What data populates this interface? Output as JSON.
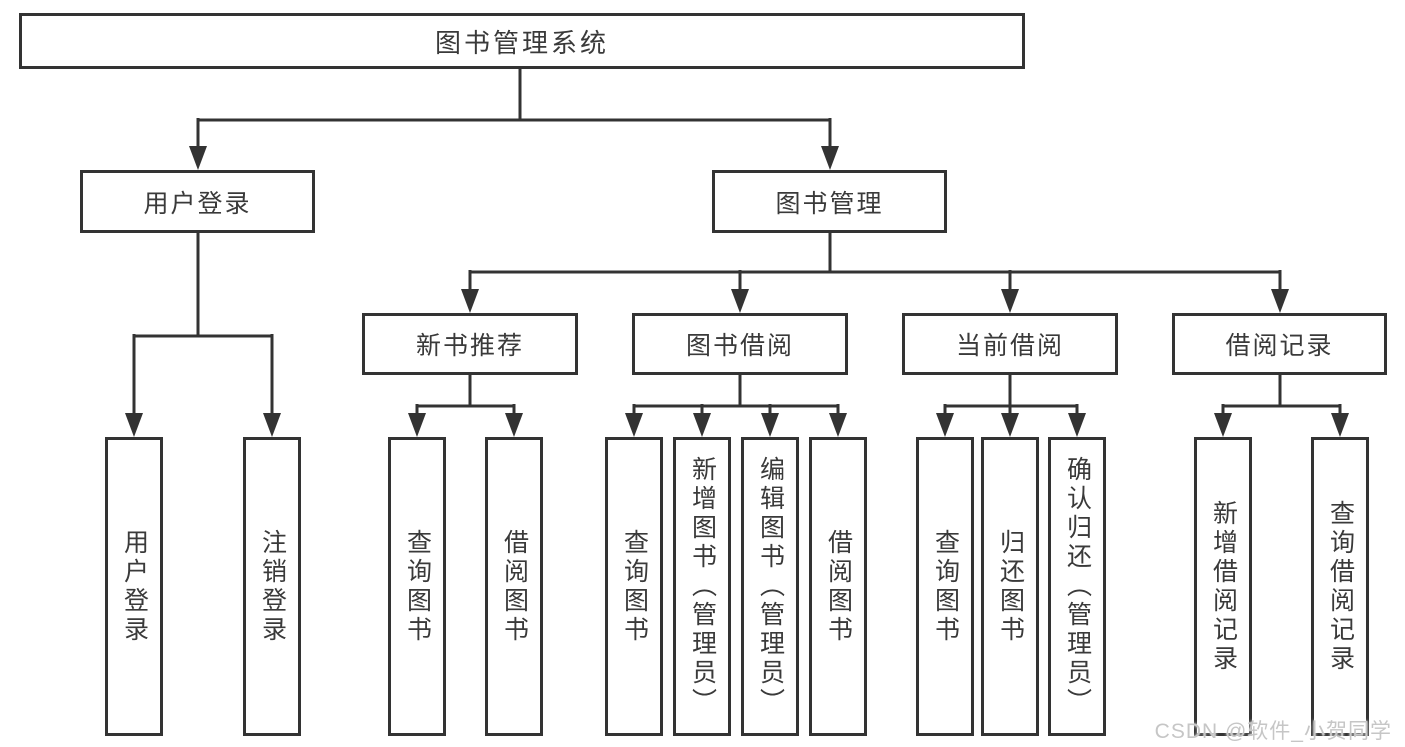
{
  "palette": {
    "background": "#ffffff",
    "line": "#333333",
    "box_border": "#333333",
    "box_fill": "#ffffff",
    "label_text": "#3a3a3a",
    "watermark_text": "#c6c6c6"
  },
  "diagram": {
    "root": {
      "label": "图书管理系统"
    },
    "user_login": {
      "label": "用户登录",
      "children": {
        "login": {
          "label": "用户登录"
        },
        "logout": {
          "label": "注销登录"
        }
      }
    },
    "book_mgmt": {
      "label": "图书管理",
      "children": {
        "new_book_rec": {
          "label": "新书推荐",
          "children": {
            "query_books": {
              "label": "查询图书"
            },
            "borrow_books": {
              "label": "借阅图书"
            }
          }
        },
        "book_borrow": {
          "label": "图书借阅",
          "children": {
            "query_books": {
              "label": "查询图书"
            },
            "add_books_admin": {
              "label": "新增图书（管理员）"
            },
            "edit_books_admin": {
              "label": "编辑图书（管理员）"
            },
            "borrow_books": {
              "label": "借阅图书"
            }
          }
        },
        "current_borrow": {
          "label": "当前借阅",
          "children": {
            "query_books": {
              "label": "查询图书"
            },
            "return_books": {
              "label": "归还图书"
            },
            "confirm_return_admin": {
              "label": "确认归还（管理员）"
            }
          }
        },
        "borrow_records": {
          "label": "借阅记录",
          "children": {
            "add_record": {
              "label": "新增借阅记录"
            },
            "query_record": {
              "label": "查询借阅记录"
            }
          }
        }
      }
    }
  },
  "watermark": {
    "text": "CSDN @软件_小贺同学"
  }
}
